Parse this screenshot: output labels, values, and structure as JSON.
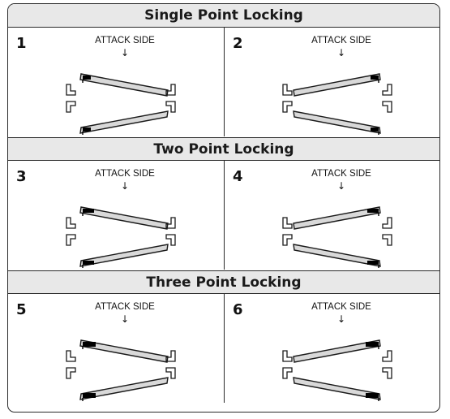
{
  "sections": [
    {
      "title": "Single Point Locking",
      "panels": [
        {
          "number": "1",
          "attack": "ATTACK SIDE",
          "arrow": "↓"
        },
        {
          "number": "2",
          "attack": "ATTACK SIDE",
          "arrow": "↓"
        }
      ]
    },
    {
      "title": "Two Point Locking",
      "panels": [
        {
          "number": "3",
          "attack": "ATTACK SIDE",
          "arrow": "↓"
        },
        {
          "number": "4",
          "attack": "ATTACK SIDE",
          "arrow": "↓"
        }
      ]
    },
    {
      "title": "Three Point Locking",
      "panels": [
        {
          "number": "5",
          "attack": "ATTACK SIDE",
          "arrow": "↓"
        },
        {
          "number": "6",
          "attack": "ATTACK SIDE",
          "arrow": "↓"
        }
      ]
    }
  ],
  "colors": {
    "door_fill": "#d9d9d9",
    "stroke": "#1a1a1a",
    "lock": "#000000",
    "header_bg": "#e8e8e8"
  }
}
